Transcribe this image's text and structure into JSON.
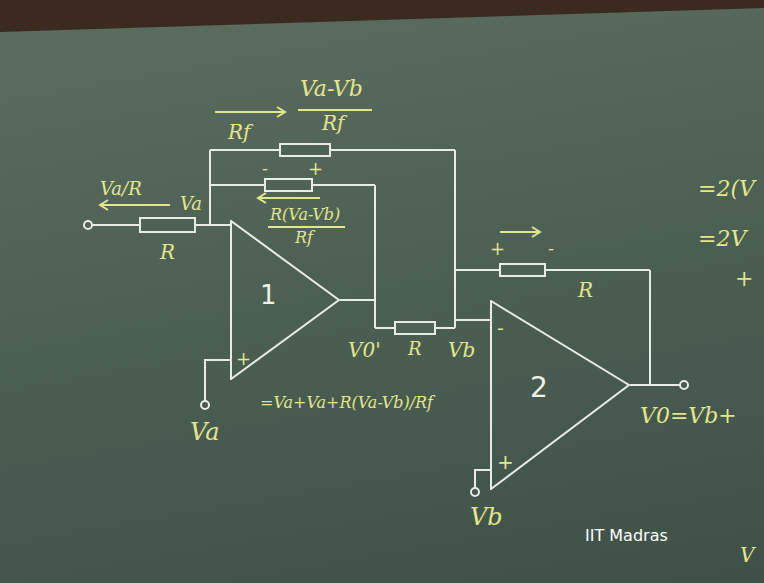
{
  "diagram": {
    "nodes": [
      {
        "text": [
          "1"
        ]
      },
      {
        "text": [
          "2"
        ]
      }
    ],
    "labels": [
      "Va-Vb",
      "Rf",
      "Rf",
      "-",
      "+",
      "R(Va-Vb)",
      "Rf",
      "Va/R",
      "Va",
      "R",
      "+",
      "V0'",
      "R",
      "Vb",
      "=Va+Va+R(Va-Vb)/Rf",
      "Va",
      "-",
      "+",
      "+",
      "-",
      "R",
      "Vb",
      "V0=Vb+",
      "=2(V",
      "=2V",
      "+",
      "IIT Madras",
      "V"
    ]
  }
}
